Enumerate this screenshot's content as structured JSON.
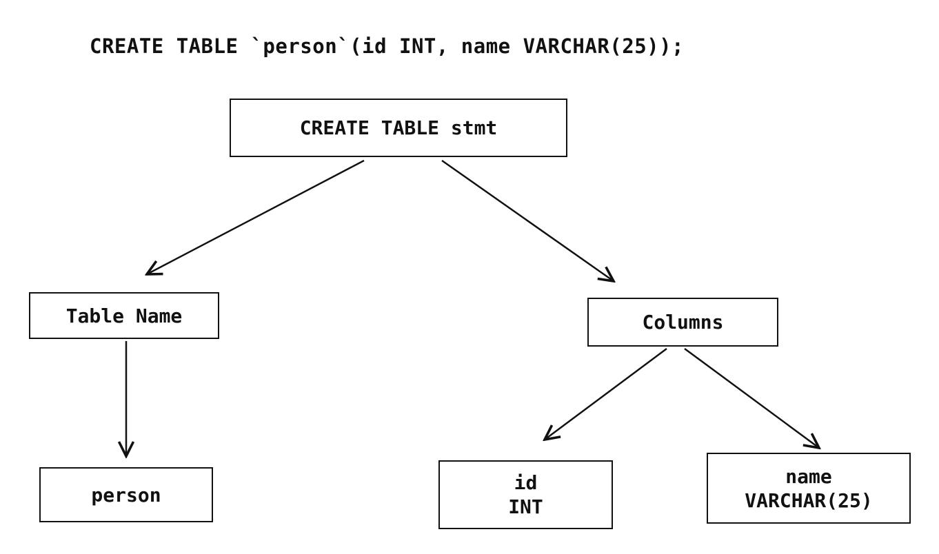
{
  "diagram": {
    "sql_statement": "CREATE TABLE `person`(id INT, name VARCHAR(25));",
    "nodes": {
      "root": {
        "label": "CREATE TABLE stmt"
      },
      "table_name": {
        "label": "Table Name"
      },
      "columns": {
        "label": "Columns"
      },
      "person": {
        "label": "person"
      },
      "id_column": {
        "line1": "id",
        "line2": "INT"
      },
      "name_column": {
        "line1": "name",
        "line2": "VARCHAR(25)"
      }
    },
    "edges": [
      {
        "from": "root",
        "to": "table_name"
      },
      {
        "from": "root",
        "to": "columns"
      },
      {
        "from": "table_name",
        "to": "person"
      },
      {
        "from": "columns",
        "to": "id_column"
      },
      {
        "from": "columns",
        "to": "name_column"
      }
    ],
    "colors": {
      "ink": "#111111",
      "background": "#ffffff"
    }
  }
}
